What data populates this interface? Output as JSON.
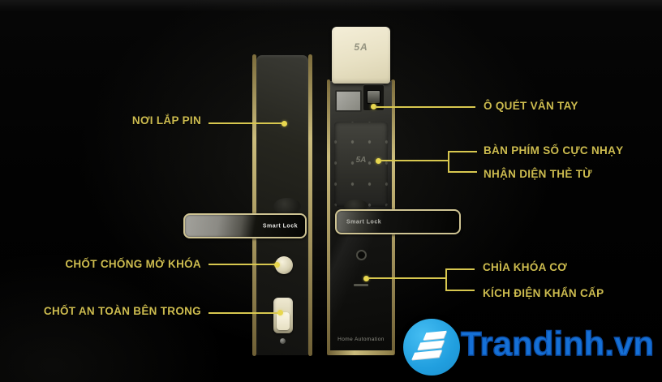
{
  "callouts": {
    "battery": {
      "label": "NƠI LẮP PIN"
    },
    "anti_unlock": {
      "label": "CHỐT CHỐNG MỞ KHÓA"
    },
    "safety_latch": {
      "label": "CHỐT AN TOÀN BÊN TRONG"
    },
    "fingerprint": {
      "label": "Ô QUÉT VÂN TAY"
    },
    "keypad": {
      "label": "BÀN PHÍM SỐ CỰC NHẠY"
    },
    "card_reader": {
      "label": "NHẬN DIỆN THẺ TỪ"
    },
    "mechanical_key": {
      "label": "CHÌA KHÓA CƠ"
    },
    "emergency_power": {
      "label": "KÍCH ĐIỆN KHẨN CẤP"
    }
  },
  "inside_lock": {
    "handle_label": "Smart Lock"
  },
  "outside_lock": {
    "cap_logo": "5A",
    "keypad_logo": "5A",
    "handle_label": "Smart Lock",
    "footer_label": "Home Automation"
  },
  "watermark": {
    "brand": "Trandinh.vn"
  },
  "colors": {
    "background": "#000000",
    "callout_gold": "#cdbc4f",
    "leader_line_gold": "#d7c74f",
    "cap_cream": "#e9e3c9",
    "trim_gold": "#cbbc7c",
    "logo_circle_blue": "#29a9e1",
    "logo_text_blue": "#1570d6"
  }
}
